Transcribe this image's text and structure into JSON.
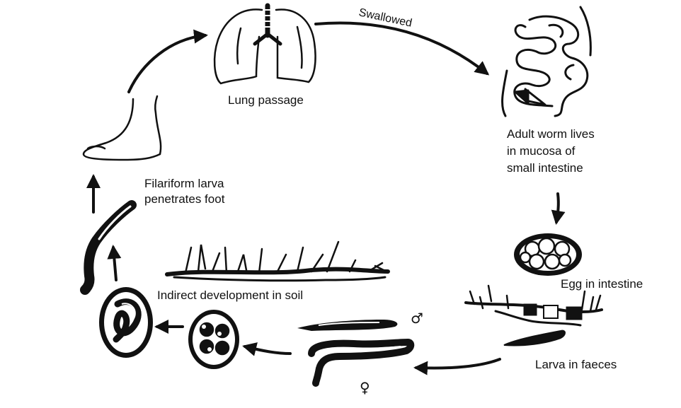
{
  "labels": {
    "lung_passage": "Lung passage",
    "swallowed": "Swallowed",
    "adult_worm": [
      "Adult worm lives",
      "in mucosa of",
      "small intestine"
    ],
    "egg_intestine": "Egg in intestine",
    "larva_faeces": "Larva in faeces",
    "indirect_development": "Indirect development in soil",
    "filariform": [
      "Filariform larva",
      "penetrates foot"
    ],
    "male_symbol": "♂",
    "female_symbol": "♀"
  },
  "colors": {
    "ink": "#111111",
    "background": "#ffffff"
  }
}
